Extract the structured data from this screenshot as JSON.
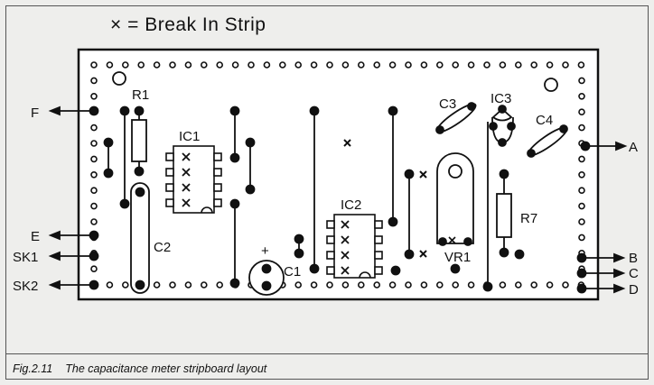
{
  "legend": {
    "symbol": "×",
    "text": "= Break In Strip"
  },
  "caption": {
    "figure": "Fig.2.11",
    "title": "The capacitance meter stripboard layout"
  },
  "labels": {
    "F": "F",
    "E": "E",
    "SK1": "SK1",
    "SK2": "SK2",
    "A": "A",
    "B": "B",
    "C": "C",
    "D": "D",
    "R1": "R1",
    "IC1": "IC1",
    "IC2": "IC2",
    "IC3": "IC3",
    "C1": "C1",
    "C2": "C2",
    "C3": "C3",
    "C4": "C4",
    "R7": "R7",
    "VR1": "VR1",
    "plus": "+"
  },
  "colors": {
    "ink": "#111111",
    "board": "#ffffff",
    "background": "#eeeeec"
  }
}
